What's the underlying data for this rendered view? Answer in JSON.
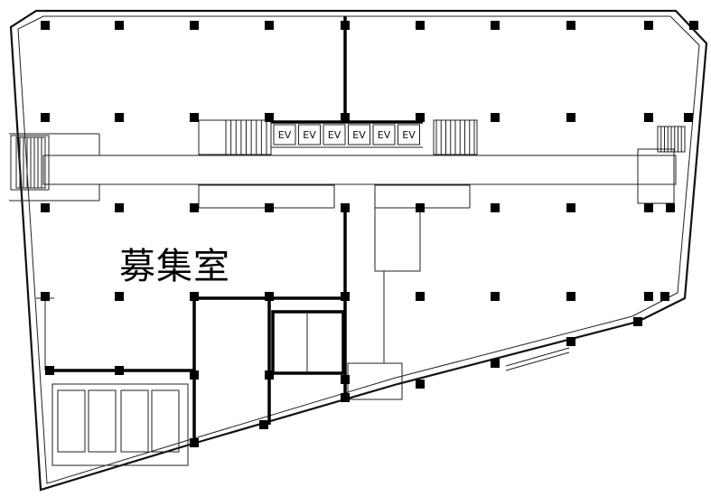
{
  "floor_plan": {
    "room_label": "募集室",
    "elevators": [
      "EV",
      "EV",
      "EV",
      "EV",
      "EV",
      "EV"
    ]
  }
}
